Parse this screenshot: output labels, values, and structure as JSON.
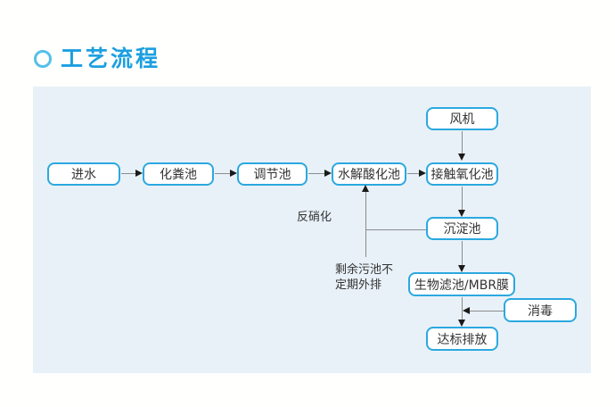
{
  "header": {
    "title": "工艺流程",
    "icon": "ring-icon"
  },
  "colors": {
    "accent_border": "#2ba8df",
    "title_blue": "#1b9fe0",
    "icon_ring_blue": "#55bfeb",
    "panel_background": "#e8f1f8",
    "connector_gray": "#8c8c8c",
    "arrowhead_black": "#1a1a1a",
    "node_text": "#333333"
  },
  "flowchart": {
    "nodes": {
      "inlet": {
        "label": "进水"
      },
      "septic_tank": {
        "label": "化粪池"
      },
      "regulating_tank": {
        "label": "调节池"
      },
      "hydrolysis_acidification_tank": {
        "label": "水解酸化池"
      },
      "blower": {
        "label": "风机"
      },
      "contact_oxidation_tank": {
        "label": "接触氧化池"
      },
      "sedimentation_tank": {
        "label": "沉淀池"
      },
      "bio_filter_mbr": {
        "label": "生物滤池/MBR膜"
      },
      "disinfection": {
        "label": "消毒"
      },
      "discharge": {
        "label": "达标排放"
      }
    },
    "annotations": {
      "denitrification": "反硝化",
      "sludge_note_line1": "剩余污池不",
      "sludge_note_line2": "定期外排"
    }
  }
}
